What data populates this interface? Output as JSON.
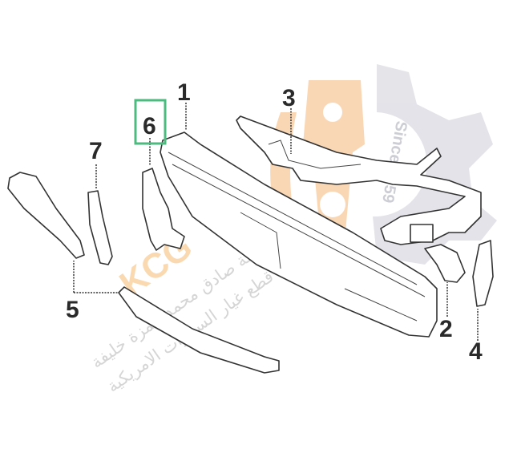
{
  "diagram": {
    "callouts": [
      {
        "id": "1",
        "label": "1"
      },
      {
        "id": "2",
        "label": "2"
      },
      {
        "id": "3",
        "label": "3"
      },
      {
        "id": "4",
        "label": "4"
      },
      {
        "id": "5",
        "label": "5"
      },
      {
        "id": "6",
        "label": "6",
        "highlighted": true
      },
      {
        "id": "7",
        "label": "7"
      }
    ],
    "highlight_color": "#4cbb7f"
  },
  "watermark": {
    "brand": "KCG",
    "line1": "شركة صادق محمد حمزة خليفة",
    "line2": "لبيع قطع غيار السيارات الامريكية",
    "since": "Since 1959",
    "accent_color": "#f6b877",
    "gear_color": "#d8d8e0"
  }
}
